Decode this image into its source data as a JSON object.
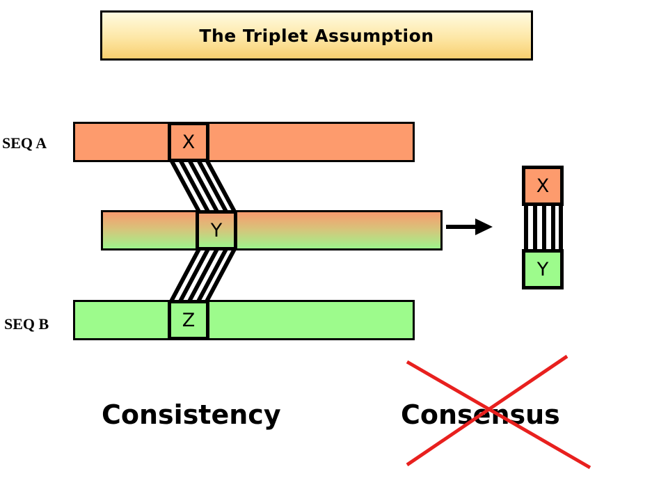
{
  "title": "The Triplet Assumption",
  "sequences": {
    "a_label": "SEQ A",
    "b_label": "SEQ B"
  },
  "residues": {
    "seq_a": "X",
    "middle": "Y",
    "seq_b": "Z",
    "result_top": "X",
    "result_bottom": "Y"
  },
  "captions": {
    "left": "Consistency",
    "right": "Consensus"
  },
  "colors": {
    "seq_a": "#fd9b6d",
    "seq_b": "#9dfb8c",
    "title_fill": "#fde7a6",
    "cross": "#e8201e"
  }
}
